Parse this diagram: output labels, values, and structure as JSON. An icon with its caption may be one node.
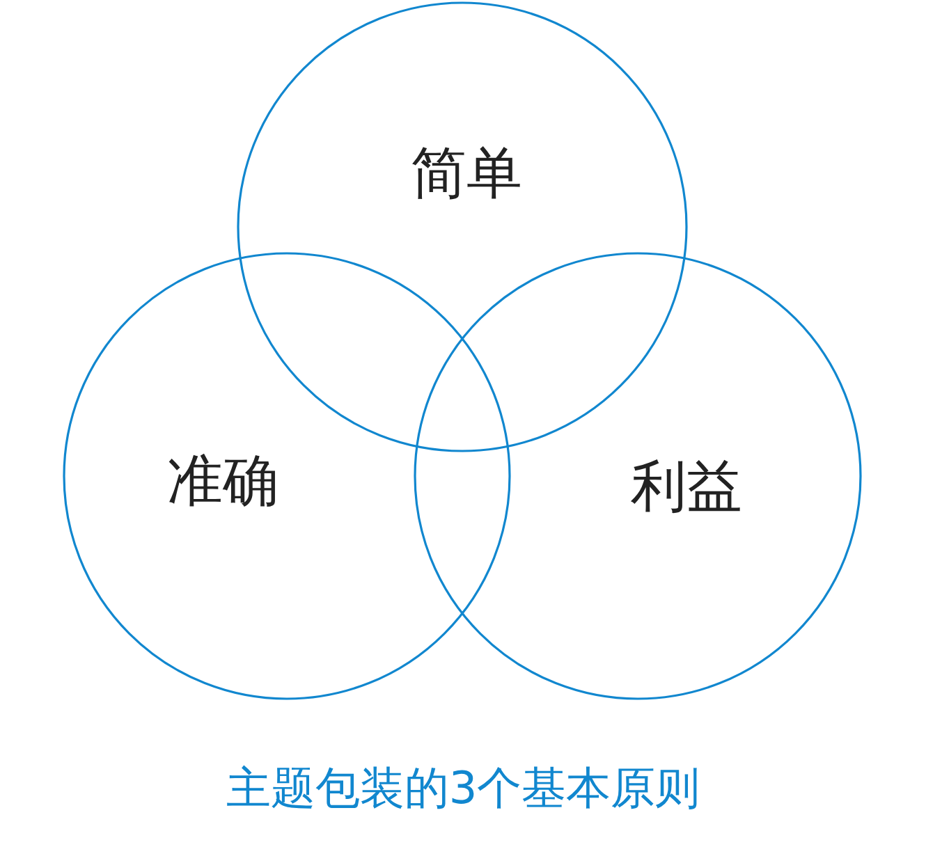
{
  "diagram": {
    "caption": "主题包装的3个基本原则",
    "nodes": [
      {
        "text": [
          "简单"
        ]
      },
      {
        "text": [
          "准确"
        ]
      },
      {
        "text": [
          "利益"
        ]
      }
    ],
    "edges": []
  }
}
